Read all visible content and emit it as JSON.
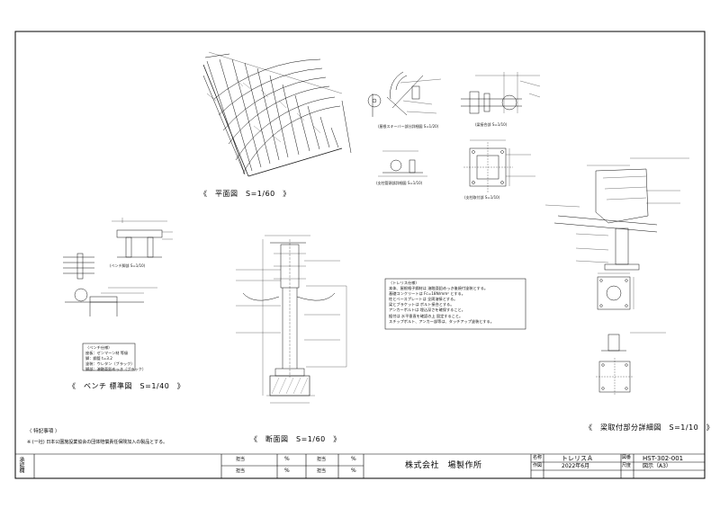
{
  "captions": {
    "plan": "《　平面図　S=1/60　》",
    "bench": "《　ベンチ 標準図　S=1/40　》",
    "section": "《　断面図　S=1/60　》",
    "beam_detail": "《　梁取付部分詳細図　S=1/10　》"
  },
  "notes": {
    "special_title": "〈 特記事項 〉",
    "special_body": "※ (一社) 日本公園施設業協会の団体賠償責任保険加入の製品とする。",
    "bench_legend_title": "〈ベンチ仕様〉",
    "bench_legend": [
      "座板：ゼンマーン材 等級",
      "脚：鋼管 t=3.2",
      "塗装：ウレタン（ブラック）",
      "脚部：溶融亜鉛めっき（ブラック）"
    ],
    "trellis_title": "〈トレリス仕様〉",
    "trellis_lines": [
      "本体、屋根格子鋼材は 溶融亜鉛めっき後焼付塗装とする。",
      "基礎コンクリートは Fc=18N/mm² とする。",
      "柱とベースプレートは 全周溶接とする。",
      "梁とブラケットは ボルト接合とする。",
      "アンカーボルトは 埋込深さを確保すること。",
      "据付は 水平垂直を確認の上 固定すること。",
      "スチップボルト、アンカー部等は、タッチアップ塗装とする。"
    ]
  },
  "detail_labels": {
    "d1": "(屋根スキーバー部分詳細図 S=1/20)",
    "d2": "(梁接合部 S=1/10)",
    "d3": "(支柱取付部 S=1/10)",
    "d4": "(支柱管頭部詳細図 S=1/10)",
    "d5": "(ベンチ脚部 S=1/10)"
  },
  "title_block": {
    "approval_label": "承認欄",
    "rows": [
      {
        "label": "担当",
        "value": "%"
      },
      {
        "label": "担当",
        "value": "%"
      },
      {
        "label": "担当",
        "value": "%"
      },
      {
        "label": "担当",
        "value": "%"
      }
    ],
    "company": "株式会社　場製作所",
    "name_label": "名称",
    "name_value": "トレリスＡ",
    "date_label": "作図",
    "date_value": "2022年6月",
    "drawing_no_label": "図番",
    "drawing_no": "HST-302-001",
    "scale_label": "尺度",
    "scale_value": "図示（A3）"
  }
}
